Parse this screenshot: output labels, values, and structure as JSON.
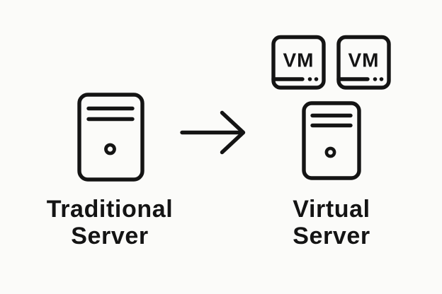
{
  "colors": {
    "ink": "#141414",
    "background": "#fbfbf9"
  },
  "diagram": {
    "left": {
      "icon": "server-tower-icon",
      "label": {
        "line1": "Traditional",
        "line2": "Server"
      }
    },
    "arrow": {
      "icon": "arrow-right-icon"
    },
    "right": {
      "icon": "server-tower-icon",
      "label": {
        "line1": "Virtual",
        "line2": "Server"
      },
      "vm_boxes": [
        {
          "label": "VM"
        },
        {
          "label": "VM"
        }
      ]
    }
  }
}
